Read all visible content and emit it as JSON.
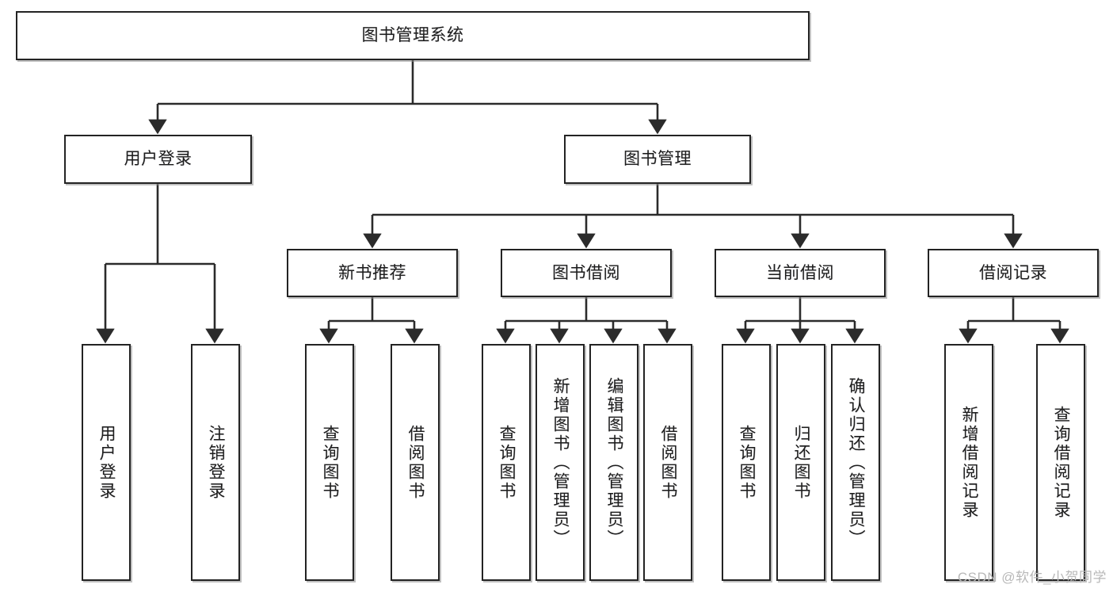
{
  "diagram": {
    "type": "tree-hierarchy",
    "title_node": {
      "id": "root",
      "label": "图书管理系统"
    },
    "level1": [
      {
        "id": "user-login",
        "label": "用户登录"
      },
      {
        "id": "book-manage",
        "label": "图书管理"
      }
    ],
    "level2": [
      {
        "id": "new-book-rec",
        "label": "新书推荐",
        "parent": "book-manage"
      },
      {
        "id": "book-borrow",
        "label": "图书借阅",
        "parent": "book-manage"
      },
      {
        "id": "current-borrow",
        "label": "当前借阅",
        "parent": "book-manage"
      },
      {
        "id": "borrow-record",
        "label": "借阅记录",
        "parent": "book-manage"
      }
    ],
    "leaves": [
      {
        "id": "leaf-user-login",
        "label": "用户登录",
        "parent": "user-login"
      },
      {
        "id": "leaf-logout",
        "label": "注销登录",
        "parent": "user-login"
      },
      {
        "id": "leaf-query-book-1",
        "label": "查询图书",
        "parent": "new-book-rec"
      },
      {
        "id": "leaf-borrow-book-1",
        "label": "借阅图书",
        "parent": "new-book-rec"
      },
      {
        "id": "leaf-query-book-2",
        "label": "查询图书",
        "parent": "book-borrow"
      },
      {
        "id": "leaf-add-book",
        "label": "新增图书（管理员）",
        "parent": "book-borrow"
      },
      {
        "id": "leaf-edit-book",
        "label": "编辑图书（管理员）",
        "parent": "book-borrow"
      },
      {
        "id": "leaf-borrow-book-2",
        "label": "借阅图书",
        "parent": "book-borrow"
      },
      {
        "id": "leaf-query-book-3",
        "label": "查询图书",
        "parent": "current-borrow"
      },
      {
        "id": "leaf-return-book",
        "label": "归还图书",
        "parent": "current-borrow"
      },
      {
        "id": "leaf-confirm-return",
        "label": "确认归还（管理员）",
        "parent": "current-borrow"
      },
      {
        "id": "leaf-add-record",
        "label": "新增借阅记录",
        "parent": "borrow-record"
      },
      {
        "id": "leaf-query-record",
        "label": "查询借阅记录",
        "parent": "borrow-record"
      }
    ],
    "colors": {
      "box_border": "#232323",
      "box_fill": "#ffffff",
      "connector": "#2b2b2b",
      "text": "#1d1d1d",
      "watermark": "#b8b8b8",
      "background": "#ffffff"
    }
  },
  "watermark": {
    "text": "CSDN @软件_小贺同学"
  }
}
